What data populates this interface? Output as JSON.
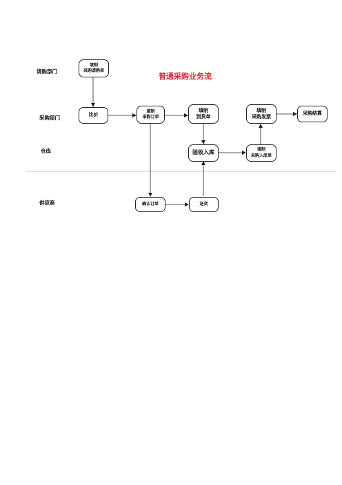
{
  "title": "普通采购业务流",
  "lanes": {
    "requesting_dept": "请购部门",
    "purchasing_dept": "采购部门",
    "warehouse": "仓库",
    "supplier": "供应商"
  },
  "nodes": {
    "fill_requisition": {
      "line1": "填制",
      "line2": "采购请购单"
    },
    "compare_price": {
      "line1": "比价"
    },
    "fill_purchase_order": {
      "line1": "填制",
      "line2": "采购订单"
    },
    "fill_arrival_note": {
      "line1": "填制",
      "line2": "到货单"
    },
    "fill_purchase_invoice": {
      "line1": "填制",
      "line2": "采购发票"
    },
    "purchase_settlement": {
      "line1": "采购结算"
    },
    "inspect_warehousing": {
      "line1": "验收入库"
    },
    "fill_receipt": {
      "line1": "填制",
      "line2": "采购入库单"
    },
    "confirm_order": {
      "line1": "确认订单"
    },
    "deliver_goods": {
      "line1": "送货"
    }
  },
  "colors": {
    "title": "#e32636",
    "separator": "#aab0d8",
    "stroke": "#222222"
  }
}
